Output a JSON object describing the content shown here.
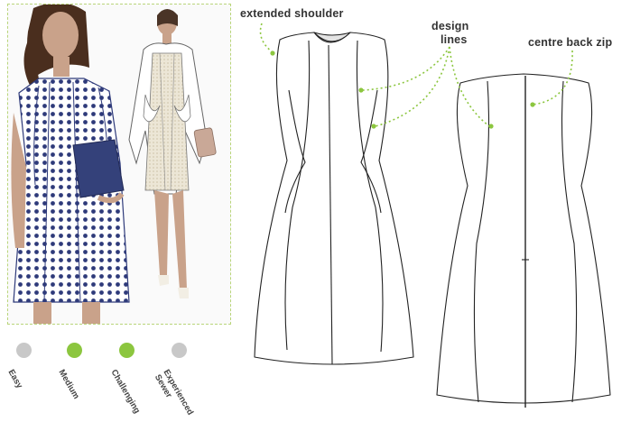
{
  "callouts": {
    "extended_shoulder": "extended shoulder",
    "design_lines_1": "design",
    "design_lines_2": "lines",
    "centre_back_zip": "centre back zip"
  },
  "difficulty": {
    "levels": [
      {
        "label": "Easy",
        "label_2": "",
        "active": false,
        "color": "#c8c8c8"
      },
      {
        "label": "Medium",
        "label_2": "",
        "active": true,
        "color": "#8cc63f"
      },
      {
        "label": "Challenging",
        "label_2": "",
        "active": true,
        "color": "#8cc63f"
      },
      {
        "label": "Experienced",
        "label_2": "Sewer",
        "active": false,
        "color": "#c8c8c8"
      }
    ]
  },
  "colors": {
    "accent_green": "#8cc63f",
    "inactive_grey": "#c8c8c8",
    "dotted_border": "#b9d57a",
    "polka_navy": "#2e3a7a"
  }
}
